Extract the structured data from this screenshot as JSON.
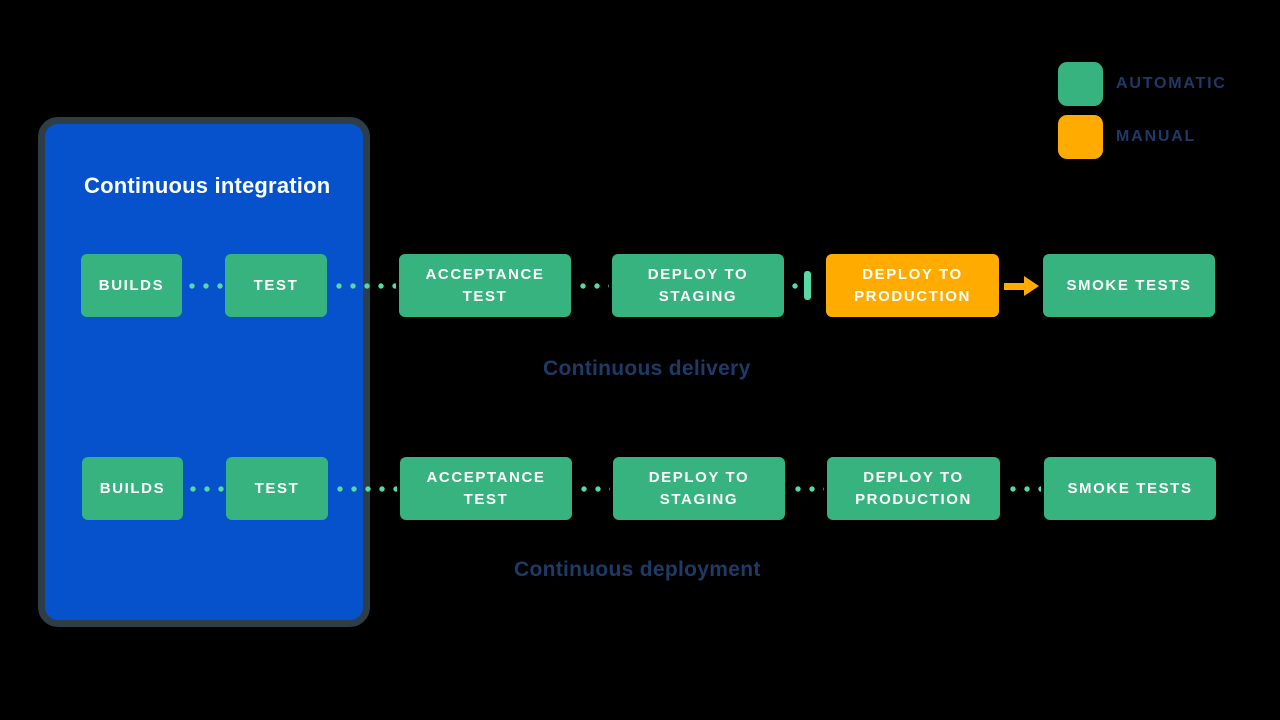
{
  "colors": {
    "background": "#000000",
    "blue": "#0552CC",
    "container-border": "#2E3D46",
    "green": "#36B37E",
    "dot-green": "#57D9A3",
    "orange": "#FFAB00",
    "navy": "#1E3A66",
    "white": "#FFFFFF"
  },
  "legend": {
    "items": [
      {
        "label": "AUTOMATIC",
        "type": "automatic"
      },
      {
        "label": "MANUAL",
        "type": "manual"
      }
    ]
  },
  "ci_container": {
    "title": "Continuous integration"
  },
  "rows": [
    {
      "label": "Continuous delivery",
      "steps": [
        {
          "label": "BUILDS",
          "type": "automatic"
        },
        {
          "label": "TEST",
          "type": "automatic"
        },
        {
          "label": "ACCEPTANCE TEST",
          "type": "automatic"
        },
        {
          "label": "DEPLOY TO STAGING",
          "type": "automatic"
        },
        {
          "label": "DEPLOY TO PRODUCTION",
          "type": "manual"
        },
        {
          "label": "SMOKE TESTS",
          "type": "automatic"
        }
      ]
    },
    {
      "label": "Continuous deployment",
      "steps": [
        {
          "label": "BUILDS",
          "type": "automatic"
        },
        {
          "label": "TEST",
          "type": "automatic"
        },
        {
          "label": "ACCEPTANCE TEST",
          "type": "automatic"
        },
        {
          "label": "DEPLOY TO STAGING",
          "type": "automatic"
        },
        {
          "label": "DEPLOY TO PRODUCTION",
          "type": "automatic"
        },
        {
          "label": "SMOKE TESTS",
          "type": "automatic"
        }
      ]
    }
  ]
}
